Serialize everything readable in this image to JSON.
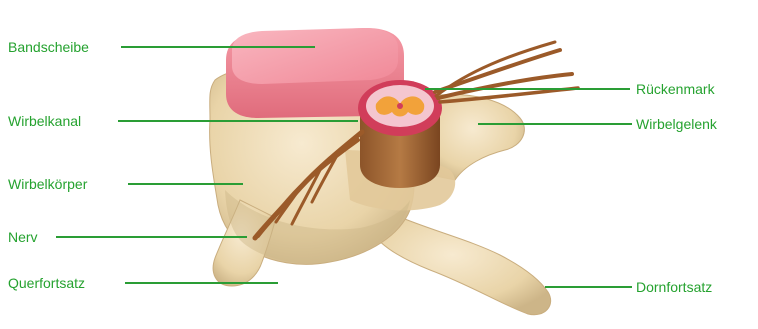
{
  "colors": {
    "label_text": "#25a22f",
    "leader_line": "#2a9d35",
    "bone": "#efdcb4",
    "bone_shadow": "#cdb588",
    "disc": "#f07f8c",
    "disc_top": "#f7a2ad",
    "nerve": "#9b5a29",
    "spinal_cord_outer": "#d13d5a",
    "spinal_cord_inner": "#f2a23a"
  },
  "labels": {
    "bandscheibe": "Bandscheibe",
    "wirbelkanal": "Wirbelkanal",
    "wirbelkoerper": "Wirbelkörper",
    "nerv": "Nerv",
    "querfortsatz": "Querfortsatz",
    "rueckenmark": "Rückenmark",
    "wirbelgelenk": "Wirbelgelenk",
    "dornfortsatz": "Dornfortsatz"
  }
}
